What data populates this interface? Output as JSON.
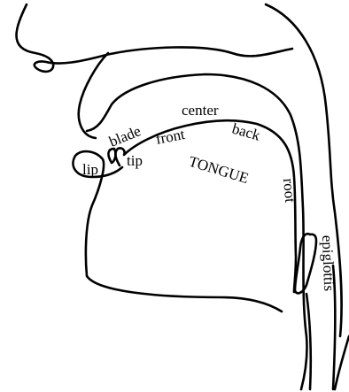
{
  "diagram": {
    "labels": {
      "lip": "lip",
      "tip": "tip",
      "blade": "blade",
      "front": "front",
      "center": "center",
      "back": "back",
      "tongue": "TONGUE",
      "root": "root",
      "epiglottis": "epiglottis"
    },
    "colors": {
      "line": "#000000",
      "background": "#ffffff"
    }
  }
}
